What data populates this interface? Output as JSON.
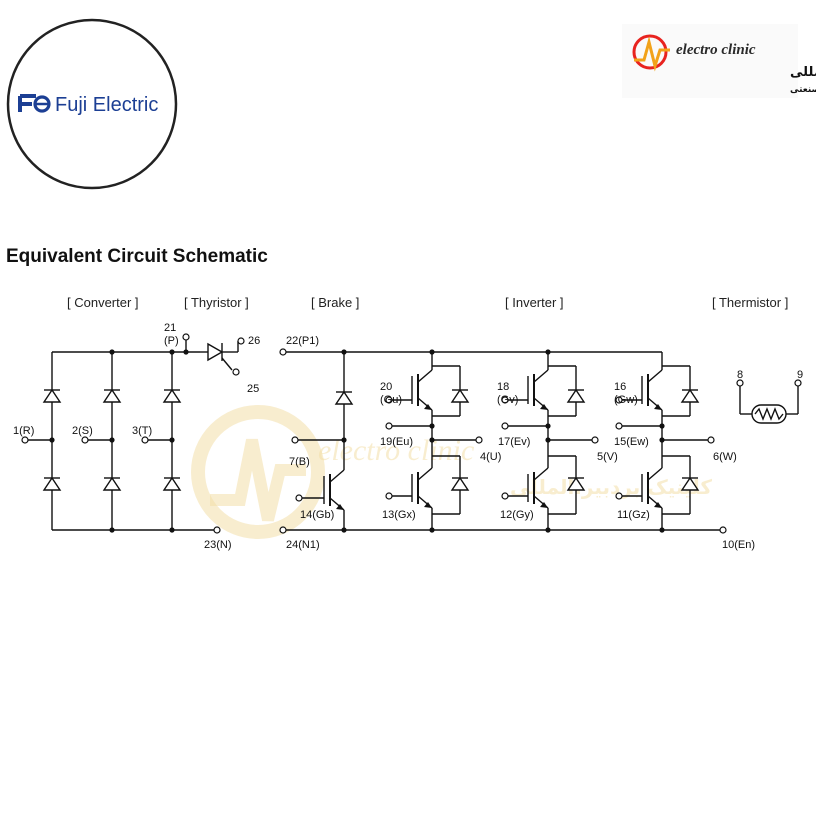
{
  "brand": {
    "name": "Fuji Electric",
    "logo_icon": "fuji-fe-logo-icon",
    "color": "#1c3f94"
  },
  "electro_clinic": {
    "name": "electro clinic",
    "fa_title": "کلینیک بردبیر.المللی",
    "fa_subtitle": "واردات و پخش محصولات الکترونیک صنعتی",
    "accent": "#e8231f",
    "accent2": "#f2a21a"
  },
  "title": "Equivalent Circuit Schematic",
  "sections": {
    "converter": "[ Converter ]",
    "thyristor": "[ Thyristor ]",
    "brake": "[ Brake ]",
    "inverter": "[ Inverter ]",
    "thermistor": "[ Thermistor ]"
  },
  "terminals": {
    "p21": "21",
    "p21b": "(P)",
    "t26": "26",
    "t25": "25",
    "p22": "22(P1)",
    "r": "1(R)",
    "s": "2(S)",
    "t": "3(T)",
    "n23": "23(N)",
    "n24": "24(N1)",
    "b7": "7(B)",
    "gb14": "14(Gb)",
    "gu20": "20",
    "gu20b": "(Gu)",
    "gv18": "18",
    "gv18b": "(Gv)",
    "gw16": "16",
    "gw16b": "(Gw)",
    "eu19": "19(Eu)",
    "ev17": "17(Ev)",
    "ew15": "15(Ew)",
    "u4": "4(U)",
    "v5": "5(V)",
    "w6": "6(W)",
    "gx13": "13(Gx)",
    "gy12": "12(Gy)",
    "gz11": "11(Gz)",
    "en10": "10(En)",
    "th8": "8",
    "th9": "9"
  }
}
